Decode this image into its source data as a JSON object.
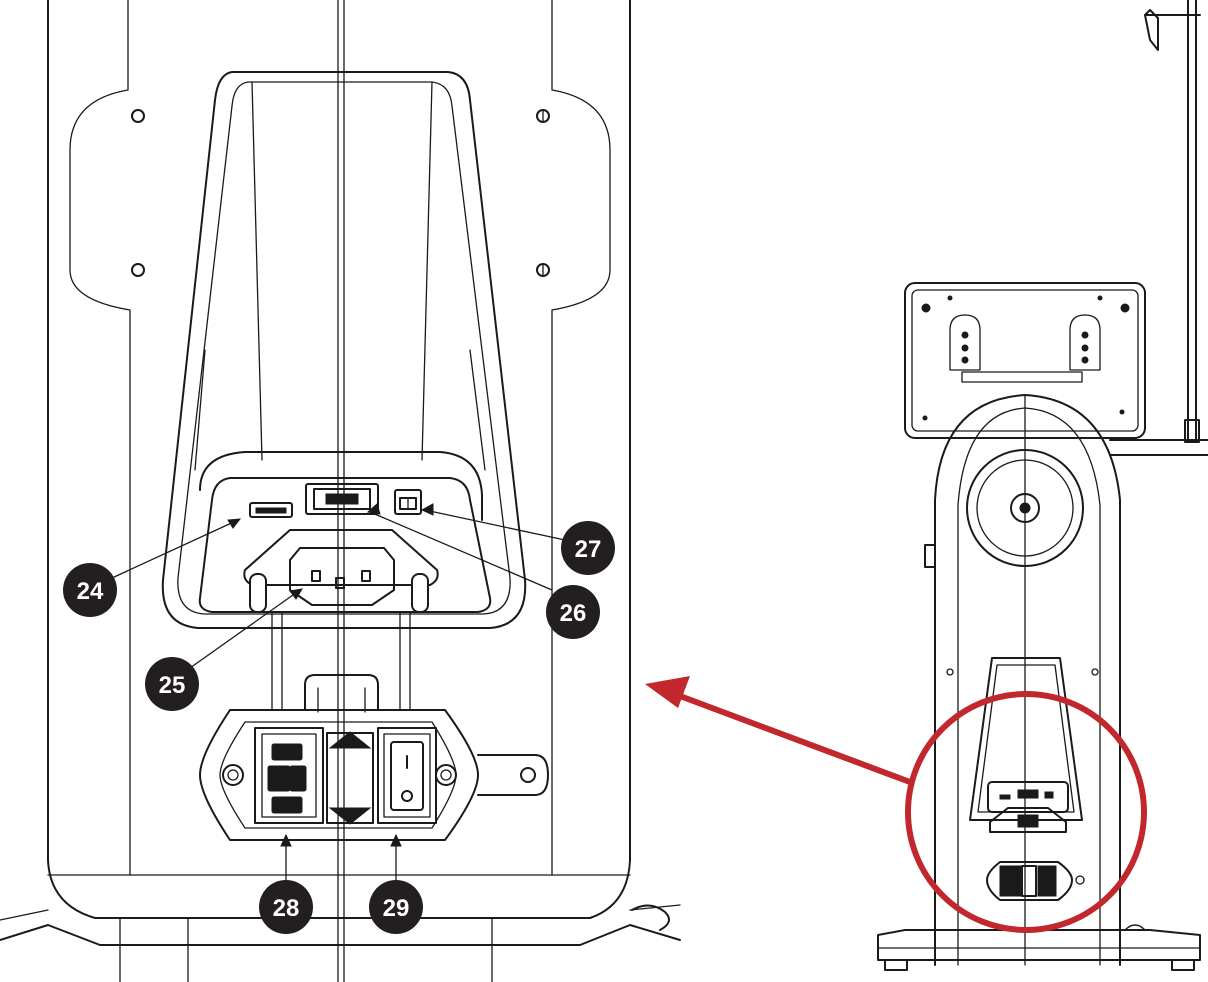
{
  "callouts": [
    {
      "id": "24",
      "label": "24"
    },
    {
      "id": "25",
      "label": "25"
    },
    {
      "id": "26",
      "label": "26"
    },
    {
      "id": "27",
      "label": "27"
    },
    {
      "id": "28",
      "label": "28"
    },
    {
      "id": "29",
      "label": "29"
    }
  ],
  "colors": {
    "line": "#1a1a1a",
    "badge": "#231f20",
    "highlight": "#c1272d",
    "background": "#ffffff"
  },
  "icons": [
    "power-switch-icon",
    "power-inlet-icon"
  ]
}
